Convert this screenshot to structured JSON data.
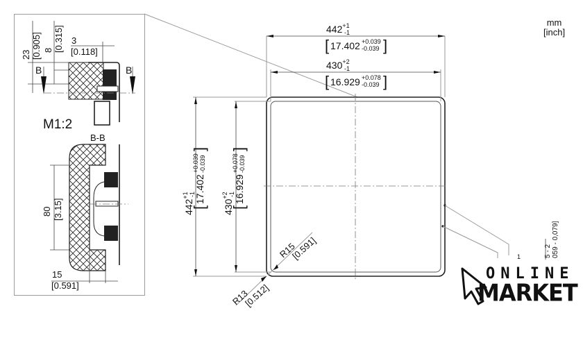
{
  "units": {
    "primary": "mm",
    "secondary": "[inch]"
  },
  "detail_view": {
    "scale_label": "M1:2",
    "section_label": "B-B",
    "section_marker_left": "B",
    "section_marker_right": "B",
    "dims": {
      "total_depth_mm": "23",
      "total_depth_in": "[0.905]",
      "depth_mm": "8",
      "depth_in": "[0.315]",
      "lip_mm": "3",
      "lip_in": "[0.118]",
      "height_mm": "80",
      "height_in": "[3.15]",
      "flange_mm": "15",
      "flange_in": "[0.591]"
    }
  },
  "main_view": {
    "width_outer": {
      "nominal": "442",
      "tol_plus": "+1",
      "tol_minus": "-1",
      "inch": "17.402",
      "inch_plus": "+0.039",
      "inch_minus": "-0.039"
    },
    "width_inner": {
      "nominal": "430",
      "tol_plus": "+2",
      "tol_minus": "-1",
      "inch": "16.929",
      "inch_plus": "+0.078",
      "inch_minus": "-0.039"
    },
    "height_outer": {
      "nominal": "442",
      "tol_plus": "+1",
      "tol_minus": "-1",
      "inch": "17.402",
      "inch_plus": "+0.039",
      "inch_minus": "-0.039"
    },
    "height_inner": {
      "nominal": "430",
      "tol_plus": "+2",
      "tol_minus": "-1",
      "inch": "16.929",
      "inch_plus": "+0.078",
      "inch_minus": "-0.039"
    },
    "radius_inner": {
      "mm": "R15",
      "inch": "[0.591]"
    },
    "radius_outer": {
      "mm": "R13",
      "inch": "[0.512]"
    },
    "callout": {
      "number": "1",
      "range_mm": "5 - 2",
      "range_in": "059 - 0,079]"
    }
  },
  "logo": {
    "line1": "ONLINE",
    "line2": "MARKET"
  }
}
